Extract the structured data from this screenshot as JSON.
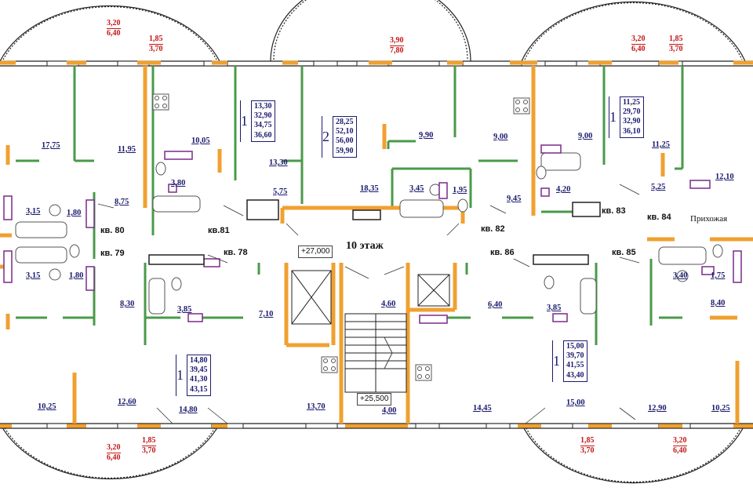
{
  "floor_title": "10 этаж",
  "elevations": {
    "upper": "+27,000",
    "lower": "+25,500"
  },
  "lobby_label": "Прихожая",
  "apartments": [
    {
      "id": "kv78",
      "label": "кв. 78"
    },
    {
      "id": "kv79",
      "label": "кв. 79"
    },
    {
      "id": "kv80",
      "label": "кв. 80"
    },
    {
      "id": "kv81",
      "label": "кв.81"
    },
    {
      "id": "kv82",
      "label": "кв. 82"
    },
    {
      "id": "kv83",
      "label": "кв. 83"
    },
    {
      "id": "kv84",
      "label": "кв. 84"
    },
    {
      "id": "kv85",
      "label": "кв. 85"
    },
    {
      "id": "kv86",
      "label": "кв. 86"
    }
  ],
  "room_areas": [
    "17,75",
    "11,95",
    "10,05",
    "13,30",
    "9,90",
    "9,00",
    "9,00",
    "11,25",
    "12,10",
    "5,75",
    "18,35",
    "3,45",
    "1,95",
    "9,45",
    "4,20",
    "5,25",
    "8,75",
    "3,15",
    "1,80",
    "3,80",
    "3,15",
    "1,80",
    "3,85",
    "7,10",
    "4,60",
    "6,40",
    "3,85",
    "3,40",
    "1,75",
    "8,30",
    "8,40",
    "10,25",
    "12,60",
    "14,80",
    "13,70",
    "4,00",
    "14,45",
    "15,00",
    "12,90",
    "10,25"
  ],
  "apartment_summaries": [
    {
      "rooms": "1",
      "values": [
        "13,30",
        "32,90",
        "34,75",
        "36,60"
      ]
    },
    {
      "rooms": "2",
      "values": [
        "28,25",
        "52,10",
        "56,00",
        "59,90"
      ]
    },
    {
      "rooms": "1",
      "values": [
        "11,25",
        "29,70",
        "32,90",
        "36,10"
      ]
    },
    {
      "rooms": "1",
      "values": [
        "14,80",
        "39,45",
        "41,30",
        "43,15"
      ]
    },
    {
      "rooms": "1",
      "values": [
        "15,00",
        "39,70",
        "41,55",
        "43,40"
      ]
    }
  ],
  "balcony_areas": [
    {
      "top": "3,20",
      "bottom": "6,40"
    },
    {
      "top": "1,85",
      "bottom": "3,70"
    },
    {
      "top": "3,90",
      "bottom": "7,80"
    },
    {
      "top": "3,20",
      "bottom": "6,40"
    },
    {
      "top": "1,85",
      "bottom": "3,70"
    },
    {
      "top": "3,20",
      "bottom": "6,40"
    },
    {
      "top": "1,85",
      "bottom": "3,70"
    },
    {
      "top": "1,85",
      "bottom": "3,70"
    },
    {
      "top": "3,20",
      "bottom": "6,40"
    }
  ],
  "colors": {
    "wall_outer": "#f0a030",
    "wall_inner": "#4a9a4a",
    "text_area": "#1b1b6e",
    "text_balcony": "#c41818"
  }
}
